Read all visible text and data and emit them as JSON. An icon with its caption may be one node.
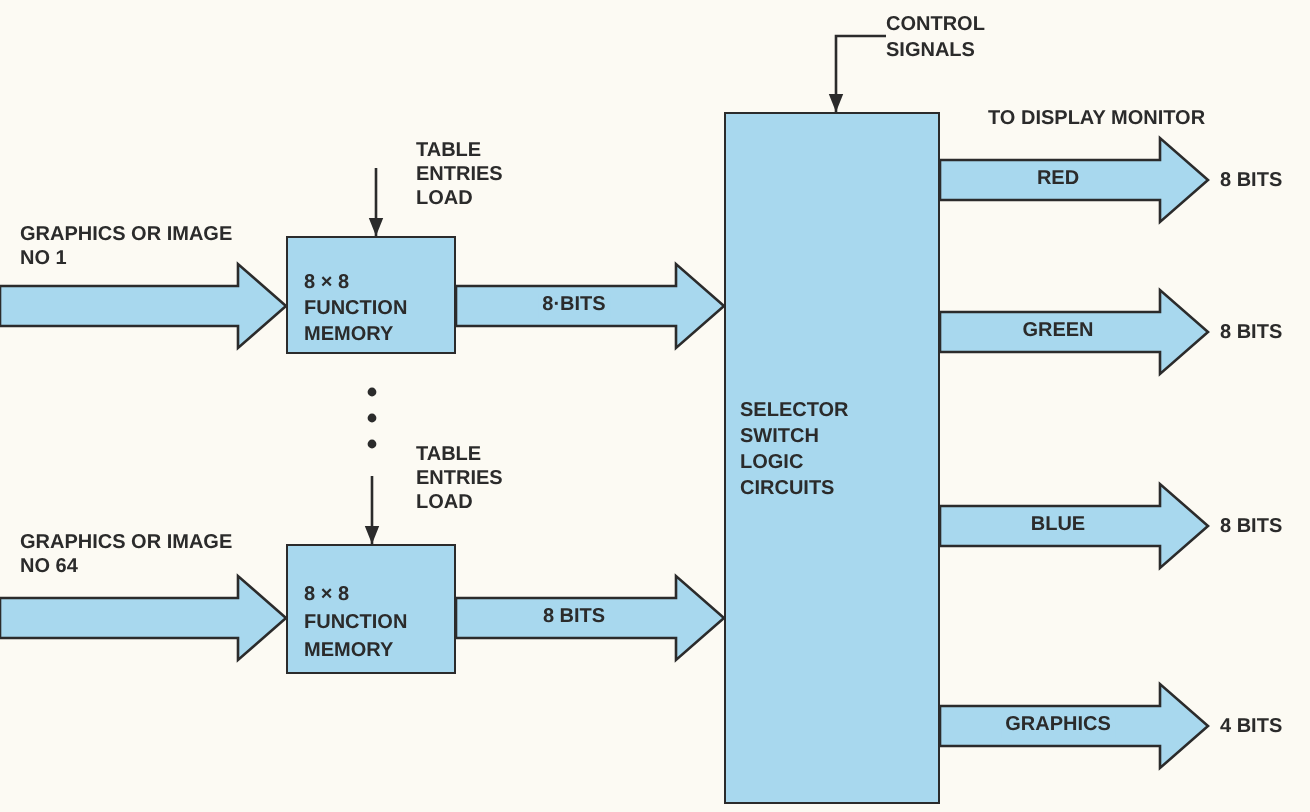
{
  "diagram": {
    "nodes": [
      {
        "text": [
          "8 × 8 FUNCTION MEMORY"
        ]
      },
      {
        "text": [
          "8 × 8 FUNCTION MEMORY"
        ]
      },
      {
        "text": [
          "CONTROL SIGNALS"
        ]
      },
      {
        "text": [
          "SELECTOR SWITCH LOGIC CIRCUITS"
        ]
      },
      {
        "text": [
          "8 BITS"
        ]
      },
      {
        "text": [
          "8 BITS"
        ]
      },
      {
        "text": [
          "8 BITS"
        ]
      },
      {
        "text": [
          "4 BITS"
        ]
      }
    ],
    "edges": [
      {
        "from": null,
        "to": 0,
        "arrow": "to",
        "label": "GRAPHICS OR IMAGE NO 1",
        "style": "thick"
      },
      {
        "from": null,
        "to": 0,
        "arrow": "to",
        "label": "TABLE ENTRIES LOAD"
      },
      {
        "from": 0,
        "to": 3,
        "arrow": "to",
        "label": "8·BITS",
        "style": "thick"
      },
      {
        "from": null,
        "to": 1,
        "arrow": "to",
        "label": "GRAPHICS OR IMAGE NO 64",
        "style": "thick"
      },
      {
        "from": null,
        "to": 1,
        "arrow": "to",
        "label": "TABLE ENTRIES LOAD"
      },
      {
        "from": 1,
        "to": 3,
        "arrow": "to",
        "label": "8 BITS",
        "style": "thick"
      },
      {
        "from": 2,
        "to": 3,
        "arrow": "to"
      },
      {
        "from": 3,
        "to": 4,
        "arrow": "to",
        "label": "RED",
        "style": "thick"
      },
      {
        "from": 3,
        "to": 5,
        "arrow": "to",
        "label": "GREEN",
        "style": "thick"
      },
      {
        "from": 3,
        "to": 6,
        "arrow": "to",
        "label": "BLUE",
        "style": "thick"
      },
      {
        "from": 3,
        "to": 7,
        "arrow": "to",
        "label": "GRAPHICS",
        "style": "thick"
      }
    ],
    "labels": [
      "TO DISPLAY MONITOR"
    ]
  }
}
